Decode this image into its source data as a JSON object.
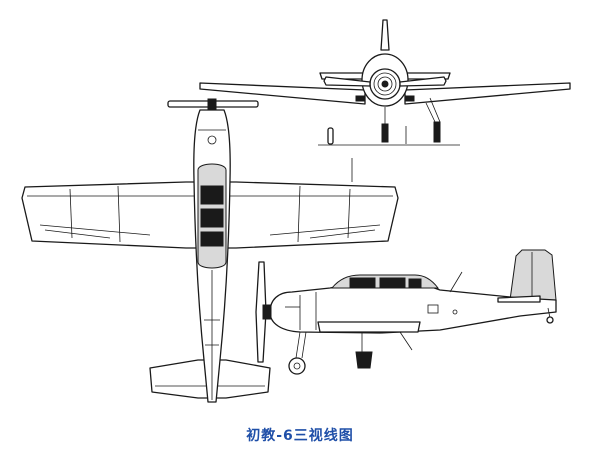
{
  "caption": {
    "text": "初教-6三视线图",
    "color": "#1f4fa8"
  },
  "views": [
    "top-view",
    "front-view",
    "side-view"
  ],
  "line_color": "#1a1a1a"
}
